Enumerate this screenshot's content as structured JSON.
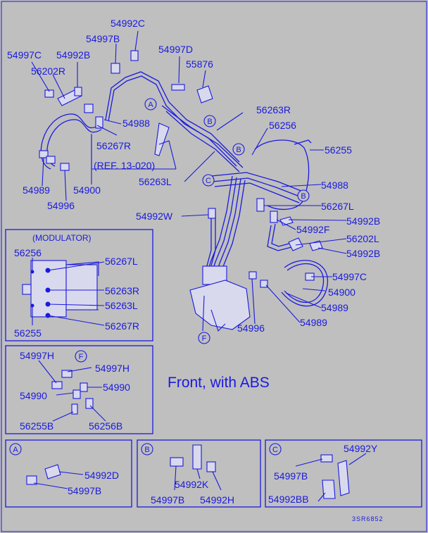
{
  "caption": "Front, with ABS",
  "code": "3SR6852",
  "main_labels": {
    "l54992C": "54992C",
    "l54997B_top": "54997B",
    "l54997D": "54997D",
    "l55876": "55876",
    "l54997C_tl": "54997C",
    "l54992B_tl": "54992B",
    "l56202R": "56202R",
    "l54988_a": "54988",
    "l56267R": "56267R",
    "ref": "(REF. 13-020)",
    "l56263L": "56263L",
    "l56263R": "56263R",
    "l56256": "56256",
    "l56255": "56255",
    "l54988_b": "54988",
    "l56267L": "56267L",
    "l54992B_r1": "54992B",
    "l54992F": "54992F",
    "l56202L": "56202L",
    "l54992B_r2": "54992B",
    "l54997C_r": "54997C",
    "l54900_r": "54900",
    "l54989_r1": "54989",
    "l54989_r2": "54989",
    "l54996_r": "54996",
    "l54992W": "54992W",
    "l54989_l": "54989",
    "l54900_l": "54900",
    "l54996_l": "54996"
  },
  "callouts": {
    "A": "A",
    "B": "B",
    "C": "C",
    "F": "F"
  },
  "modulator": {
    "title": "(MODULATOR)",
    "l56256": "56256",
    "l56255": "56255",
    "l56267L": "56267L",
    "l56263R": "56263R",
    "l56263L": "56263L",
    "l56267R": "56267R"
  },
  "detail_f": {
    "l54997H_a": "54997H",
    "l54997H_b": "54997H",
    "l54990_a": "54990",
    "l54990_b": "54990",
    "l56255B": "56255B",
    "l56256B": "56256B"
  },
  "detail_a": {
    "l54992D": "54992D",
    "l54997B": "54997B"
  },
  "detail_b": {
    "l54997B": "54997B",
    "l54992K": "54992K",
    "l54992H": "54992H"
  },
  "detail_c": {
    "l54992Y": "54992Y",
    "l54997B": "54997B",
    "l54992BB": "54992BB"
  },
  "colors": {
    "background": "#bfbfbf",
    "ink": "#1a1adf"
  }
}
